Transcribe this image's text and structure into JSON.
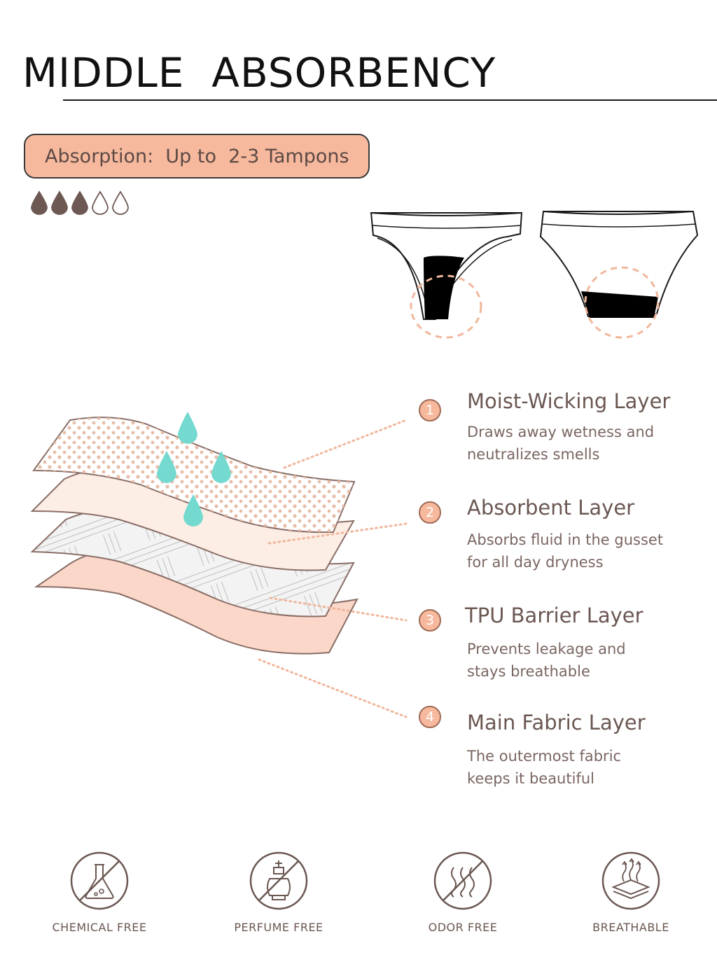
{
  "header": {
    "title": "MIDDLE  ABSORBENCY"
  },
  "absorption": {
    "label": "Absorption:  Up to  2-3 Tampons",
    "level": 3,
    "max": 5
  },
  "colors": {
    "peach": "#f7b99d",
    "brown": "#6b5752",
    "drop_filled": "#6e5853",
    "teal": "#74d9cf"
  },
  "layers": [
    {
      "number": "1",
      "title": "Moist-Wicking Layer",
      "desc_line1": "Draws away wetness and",
      "desc_line2": "neutralizes smells"
    },
    {
      "number": "2",
      "title": "Absorbent Layer",
      "desc_line1": "Absorbs fluid in the gusset",
      "desc_line2": "for all day dryness"
    },
    {
      "number": "3",
      "title": "TPU Barrier Layer",
      "desc_line1": "Prevents leakage and",
      "desc_line2": "stays breathable"
    },
    {
      "number": "4",
      "title": "Main Fabric Layer",
      "desc_line1": "The outermost fabric",
      "desc_line2": "keeps it beautiful"
    }
  ],
  "features": [
    {
      "label": "CHEMICAL FREE",
      "icon": "flask-crossed-icon"
    },
    {
      "label": "PERFUME FREE",
      "icon": "perfume-crossed-icon"
    },
    {
      "label": "ODOR FREE",
      "icon": "odor-crossed-icon"
    },
    {
      "label": "BREATHABLE",
      "icon": "breathable-layers-icon"
    }
  ]
}
